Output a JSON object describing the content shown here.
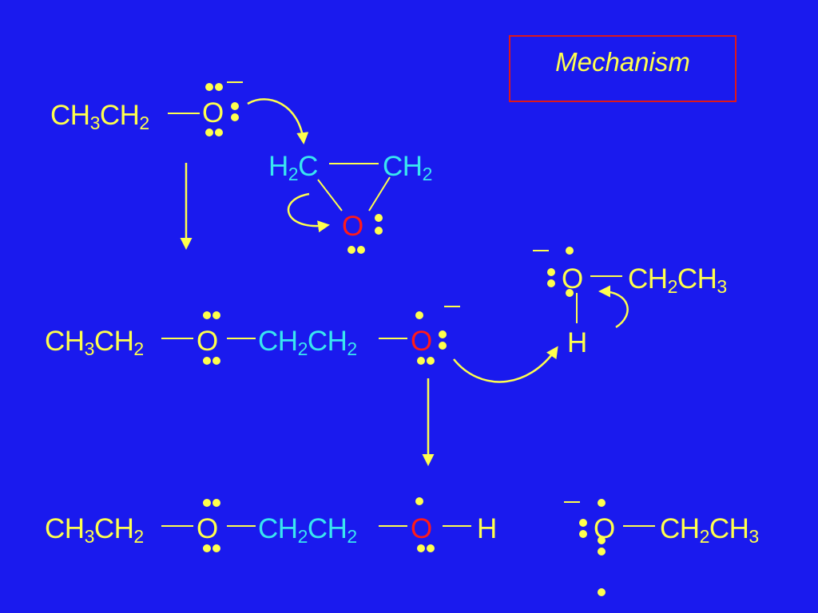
{
  "title": "Mechanism",
  "labels": {
    "ethyl": "CH",
    "sub3": "3",
    "ch": "CH",
    "sub2": "2",
    "o": "O",
    "h": "H",
    "h2c_h": "H",
    "h2c_c": "C",
    "ch2ch3_ch": "CH",
    "ch2ch3_ch3": "CH"
  },
  "colors": {
    "background": "#1a1aee",
    "text_primary": "#ffff4d",
    "text_cyan": "#39e6f0",
    "text_red": "#ff1a1a",
    "box_border": "#e01818"
  }
}
